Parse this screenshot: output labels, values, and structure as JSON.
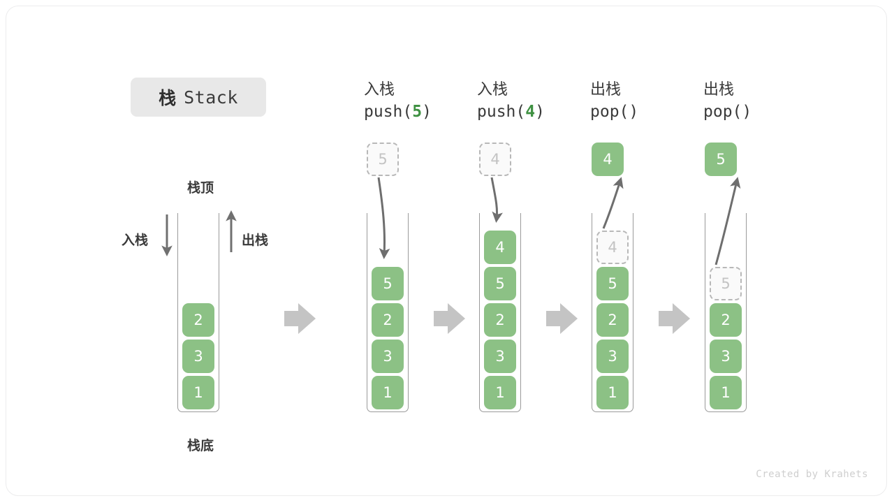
{
  "title": {
    "cn": "栈",
    "en": "Stack"
  },
  "labels": {
    "top": "栈顶",
    "bottom": "栈底",
    "push_side": "入栈",
    "pop_side": "出栈"
  },
  "watermark": "Created by Krahets",
  "colors": {
    "element_green": "#8cc185",
    "accent_green": "#3f9142",
    "ghost_border": "#b8b8b8",
    "ghost_text": "#c3c3c3",
    "arrow_gray": "#6e6e6e",
    "block_arrow_gray": "#c4c4c4",
    "stack_border": "#9a9a9a",
    "badge_bg": "#e8e8e8",
    "text_dark": "#3a3a3a"
  },
  "steps": [
    {
      "id": "initial",
      "header": null,
      "stack": [
        {
          "value": "1",
          "state": "solid"
        },
        {
          "value": "3",
          "state": "solid"
        },
        {
          "value": "2",
          "state": "solid"
        }
      ],
      "float": null
    },
    {
      "id": "push-5",
      "header": {
        "line1": "入栈",
        "op": "push",
        "arg": "5",
        "call": "push(5)"
      },
      "stack": [
        {
          "value": "1",
          "state": "solid"
        },
        {
          "value": "3",
          "state": "solid"
        },
        {
          "value": "2",
          "state": "solid"
        },
        {
          "value": "5",
          "state": "solid"
        }
      ],
      "float": {
        "value": "5",
        "state": "ghost"
      }
    },
    {
      "id": "push-4",
      "header": {
        "line1": "入栈",
        "op": "push",
        "arg": "4",
        "call": "push(4)"
      },
      "stack": [
        {
          "value": "1",
          "state": "solid"
        },
        {
          "value": "3",
          "state": "solid"
        },
        {
          "value": "2",
          "state": "solid"
        },
        {
          "value": "5",
          "state": "solid"
        },
        {
          "value": "4",
          "state": "solid"
        }
      ],
      "float": {
        "value": "4",
        "state": "ghost"
      }
    },
    {
      "id": "pop-4",
      "header": {
        "line1": "出栈",
        "op": "pop",
        "arg": "",
        "call": "pop()"
      },
      "stack": [
        {
          "value": "1",
          "state": "solid"
        },
        {
          "value": "3",
          "state": "solid"
        },
        {
          "value": "2",
          "state": "solid"
        },
        {
          "value": "5",
          "state": "solid"
        },
        {
          "value": "4",
          "state": "ghost"
        }
      ],
      "float": {
        "value": "4",
        "state": "solid"
      }
    },
    {
      "id": "pop-5",
      "header": {
        "line1": "出栈",
        "op": "pop",
        "arg": "",
        "call": "pop()"
      },
      "stack": [
        {
          "value": "1",
          "state": "solid"
        },
        {
          "value": "3",
          "state": "solid"
        },
        {
          "value": "2",
          "state": "solid"
        },
        {
          "value": "5",
          "state": "ghost"
        }
      ],
      "float": {
        "value": "5",
        "state": "solid"
      }
    }
  ]
}
